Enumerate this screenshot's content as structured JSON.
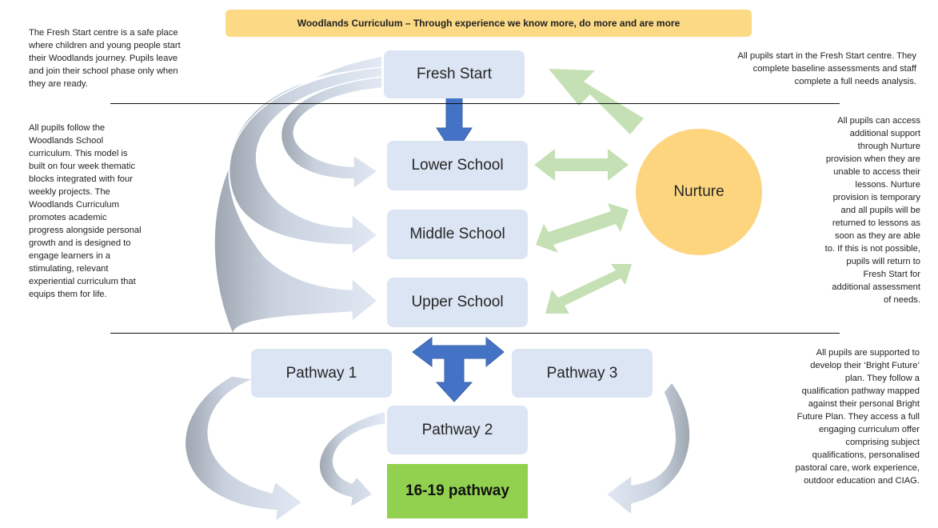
{
  "banner": {
    "text": "Woodlands Curriculum   – Through experience we know more, do more and are more"
  },
  "boxes": {
    "fresh_start": "Fresh Start",
    "lower_school": "Lower School",
    "middle_school": "Middle School",
    "upper_school": "Upper School",
    "nurture": "Nurture",
    "pathway_1": "Pathway 1",
    "pathway_2": "Pathway 2",
    "pathway_3": "Pathway 3",
    "pathway_16_19": "16-19 pathway"
  },
  "notes": {
    "fresh_start_left": "The Fresh Start centre is a safe place\nwhere children and young people start\ntheir Woodlands journey. Pupils leave\nand join their school phase only when\nthey are ready.",
    "fresh_start_right": "All pupils start in the Fresh Start centre. They\ncomplete baseline assessments and staff\ncomplete a full needs analysis.",
    "curriculum_left": "All pupils follow the\nWoodlands School\ncurriculum. This model is\nbuilt on four week  thematic\nblocks integrated with four\nweekly projects. The\nWoodlands Curriculum\npromotes academic\nprogress alongside personal\ngrowth and is designed to\nengage learners in a\nstimulating, relevant\nexperiential curriculum that\nequips them for life.",
    "nurture_right": "All pupils can access\nadditional support\nthrough Nurture\nprovision when they are\nunable to access their\nlessons. Nurture\nprovision is  temporary\nand all pupils will be\nreturned to lessons as\nsoon as they are able\nto. If this is not possible,\npupils will return to\nFresh Start for\nadditional assessment\nof needs.",
    "bright_future_right": "All pupils are supported to\ndevelop their ‘Bright Future’\nplan. They follow a\nqualification pathway mapped\nagainst their personal Bright\nFuture Plan. They access a full\nengaging curriculum offer\ncomprising subject\nqualifications, personalised\npastoral care, work experience,\noutdoor education and CIAG."
  },
  "colors": {
    "banner": "#fbd985",
    "box": "#dce5f4",
    "nurture": "#fdd57e",
    "pathway_16_19": "#92d050",
    "blue_arrow": "#4472c4",
    "green_arrow": "#c5e0b4",
    "curved_arrow_light": "#dce5f4",
    "curved_arrow_dark": "#a6adb6"
  }
}
